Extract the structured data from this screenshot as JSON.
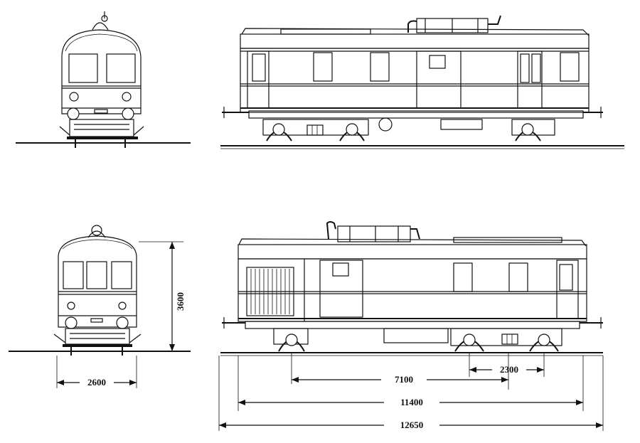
{
  "dimensions": {
    "height": "3600",
    "gauge_width": "2600",
    "bogie_wheelbase": "2300",
    "bogie_centers": "7100",
    "length_over_body": "11400",
    "length_over_buffers": "12650"
  },
  "colors": {
    "line": "#111111",
    "background": "#ffffff"
  }
}
